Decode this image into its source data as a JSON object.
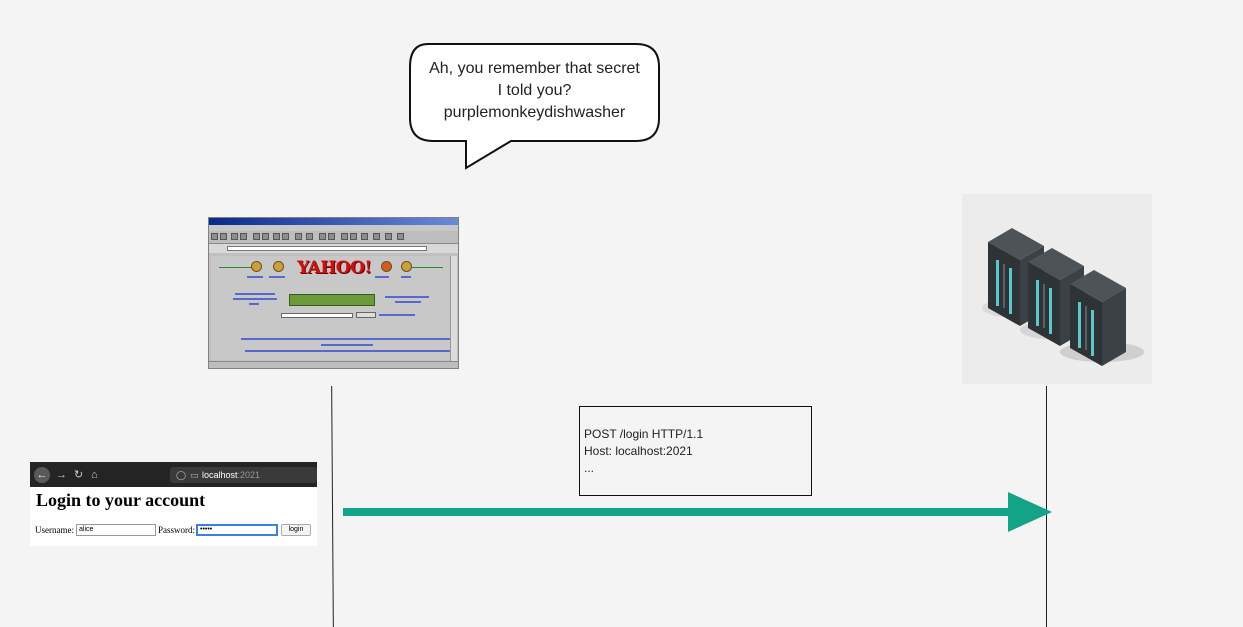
{
  "speech_bubble": {
    "lines": [
      "Ah, you remember that secret",
      "I told you?",
      "purplemonkeydishwasher"
    ]
  },
  "retro_browser": {
    "logo_text": "YAHOO!"
  },
  "login_page": {
    "url_host": "localhost",
    "url_port": ":2021",
    "heading": "Login to your account",
    "username_label": "Username:",
    "username_value": "alice",
    "password_label": "Password:",
    "password_value": "•••••",
    "login_button": "login"
  },
  "request": {
    "lines": [
      "POST /login HTTP/1.1",
      "Host: localhost:2021",
      "..."
    ]
  },
  "colors": {
    "arrow": "#14a386",
    "lifeline": "#222222",
    "background": "#f4f4f4"
  },
  "icons": [
    "back-arrow-icon",
    "forward-arrow-icon",
    "reload-icon",
    "home-icon",
    "shield-icon",
    "page-icon",
    "server-rack-icon"
  ]
}
